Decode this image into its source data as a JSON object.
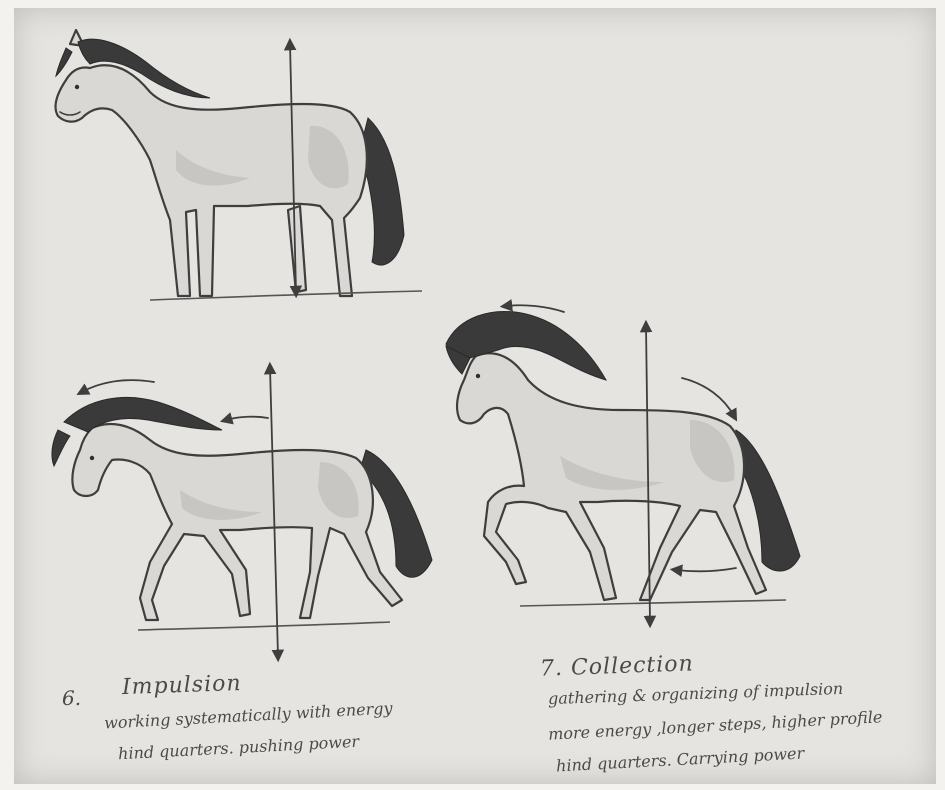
{
  "captions": {
    "impulsion": {
      "number": "6.",
      "title": "Impulsion",
      "line1": "working systematically with energy",
      "line2": "hind quarters. pushing power"
    },
    "collection": {
      "number": "7.",
      "title": "Collection",
      "line1": "gathering & organizing of impulsion",
      "line2": "more energy ,longer steps, higher profile",
      "line3": "hind quarters. Carrying power"
    }
  },
  "colors": {
    "paper": "#e5e4e0",
    "graphite": "#3e3e3e",
    "mane": "#3a3a3a"
  }
}
